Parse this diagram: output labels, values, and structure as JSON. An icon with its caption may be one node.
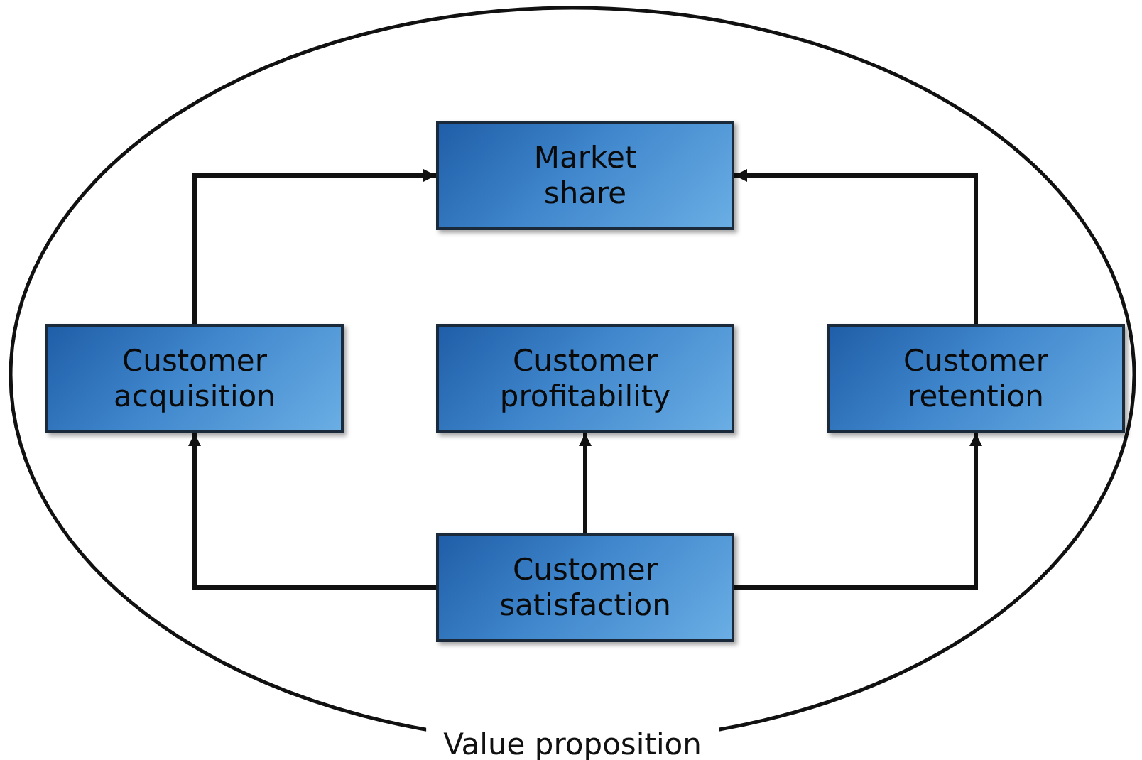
{
  "diagram": {
    "nodes": [
      {
        "text": [
          "Value proposition"
        ]
      },
      {
        "text": [
          "Market share"
        ],
        "in": 0
      },
      {
        "text": [
          "Customer acquisition"
        ],
        "in": 0
      },
      {
        "text": [
          "Customer profitability"
        ],
        "in": 0
      },
      {
        "text": [
          "Customer retention"
        ],
        "in": 0
      },
      {
        "text": [
          "Customer satisfaction"
        ],
        "in": 0
      }
    ],
    "edges": [
      {
        "from": 2,
        "to": 1,
        "arrow": "to"
      },
      {
        "from": 4,
        "to": 1,
        "arrow": "to"
      },
      {
        "from": 5,
        "to": 2,
        "arrow": "to"
      },
      {
        "from": 5,
        "to": 3,
        "arrow": "to"
      },
      {
        "from": 5,
        "to": 4,
        "arrow": "to"
      }
    ]
  }
}
